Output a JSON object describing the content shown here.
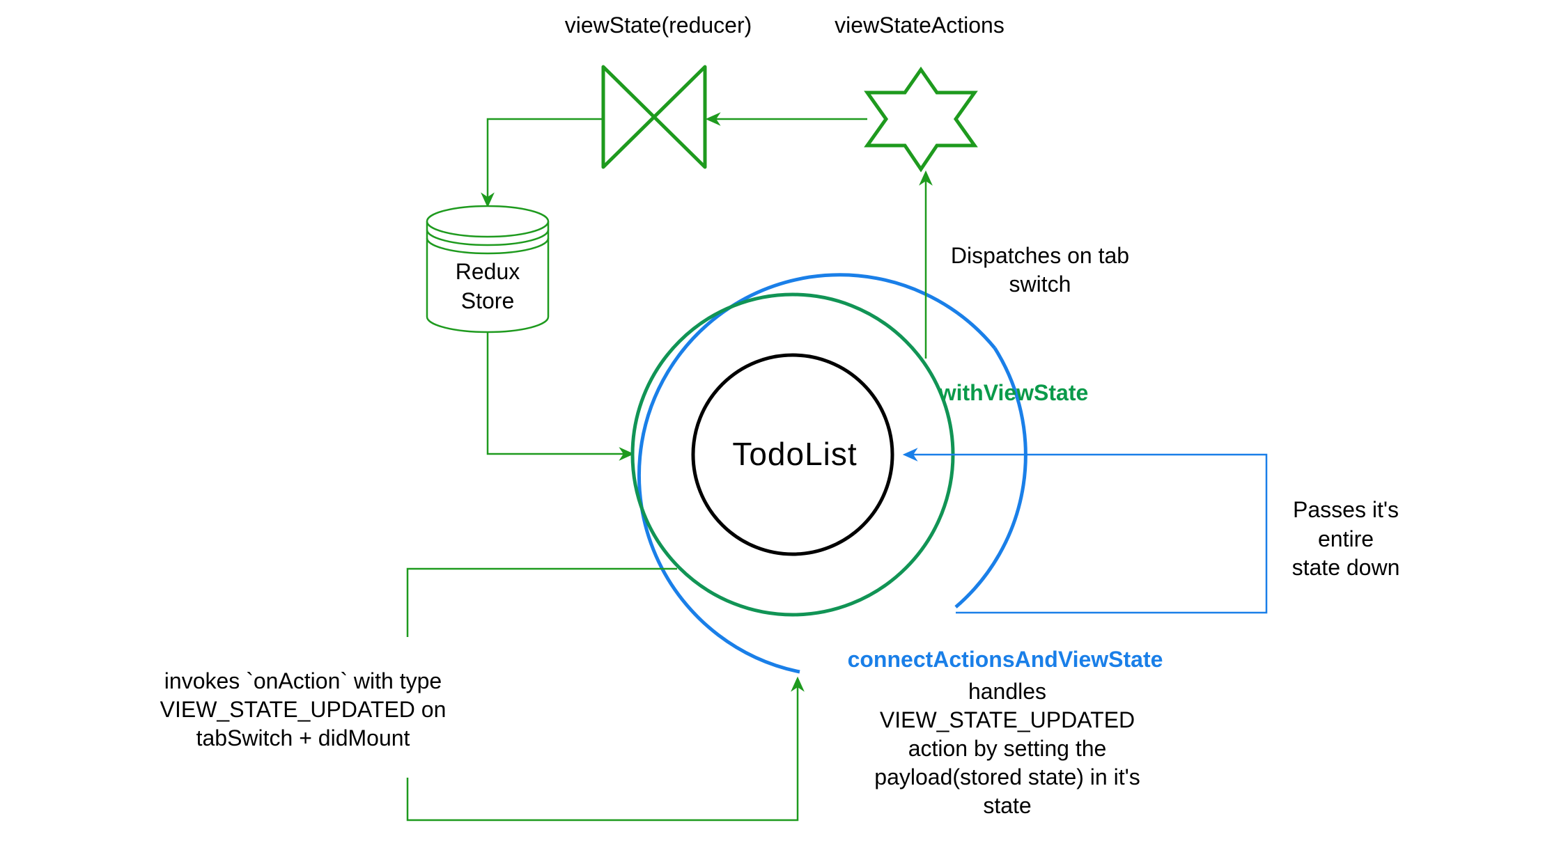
{
  "nodes": {
    "reducer_label": "viewState(reducer)",
    "actions_label": "viewStateActions",
    "store_label_line1": "Redux",
    "store_label_line2": "Store",
    "todolist_label": "TodoList",
    "with_view_state_label": "withViewState",
    "connect_label": "connectActionsAndViewState"
  },
  "annotations": {
    "dispatch_line1": "Dispatches on tab",
    "dispatch_line2": "switch",
    "passes_line1": "Passes it's",
    "passes_line2": "entire",
    "passes_line3": "state down",
    "invokes_line1": "invokes `onAction` with type",
    "invokes_line2": "VIEW_STATE_UPDATED on",
    "invokes_line3": "tabSwitch + didMount",
    "handles_line1": "handles",
    "handles_line2": "VIEW_STATE_UPDATED",
    "handles_line3": "action by setting the",
    "handles_line4": "payload(stored state) in it's",
    "handles_line5": "state"
  },
  "colors": {
    "green_stroke": "#1e9a1e",
    "green_ring": "#119455",
    "green_text": "#0a9a4a",
    "blue": "#1a7fe8",
    "black": "#000000"
  }
}
